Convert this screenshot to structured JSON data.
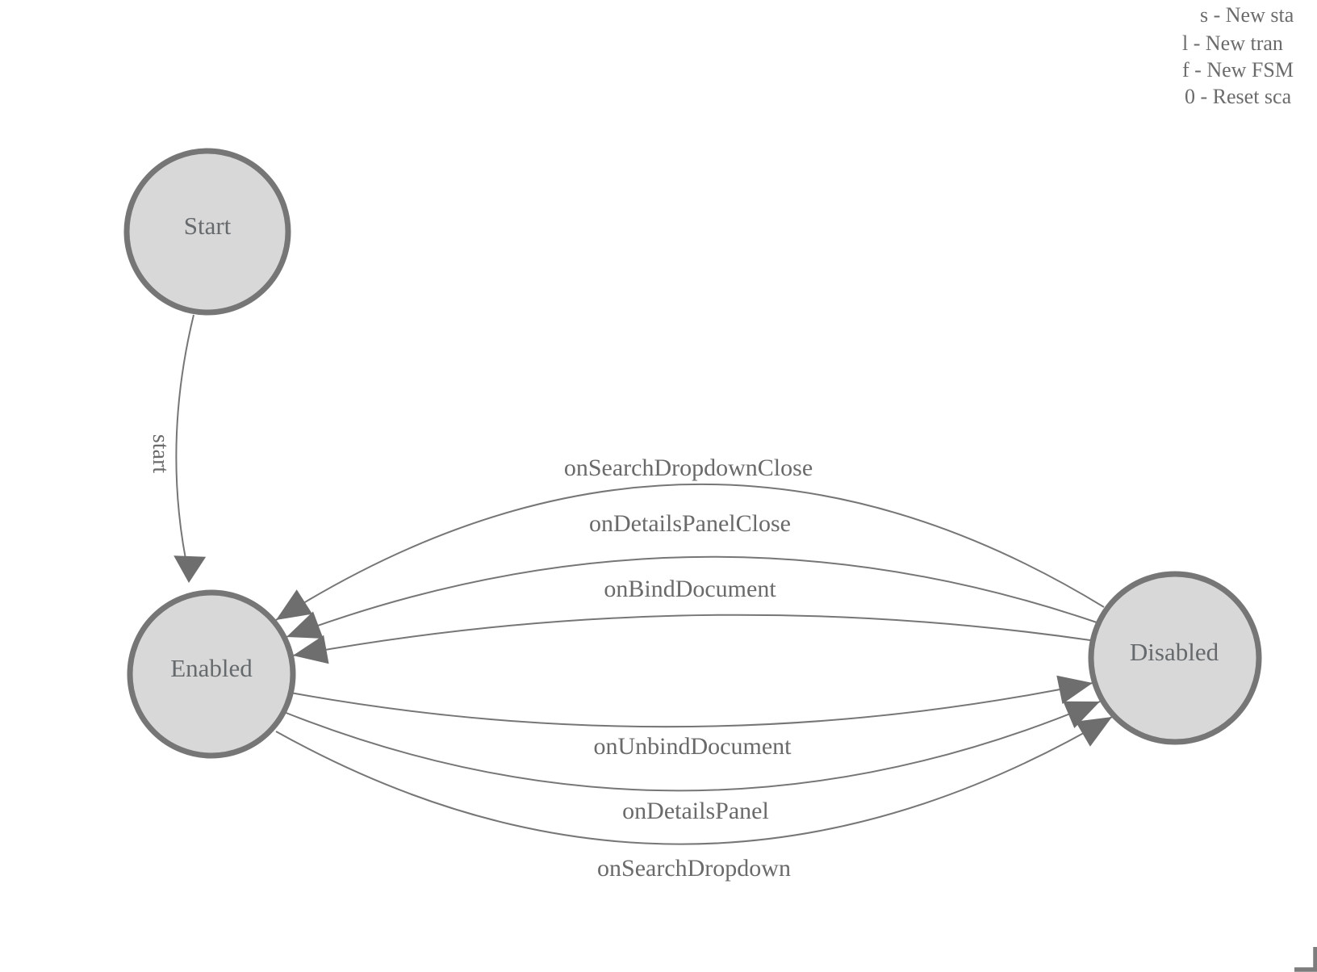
{
  "diagram_type": "finite-state-machine",
  "legend": {
    "items": [
      "s - New sta",
      "l - New tran",
      "f - New FSM",
      "0 - Reset sca"
    ]
  },
  "nodes": [
    {
      "label": "Start"
    },
    {
      "label": "Enabled"
    },
    {
      "label": "Disabled"
    }
  ],
  "edges": [
    {
      "label": "start",
      "from": "Start",
      "to": "Enabled"
    },
    {
      "label": "onSearchDropdownClose",
      "from": "Disabled",
      "to": "Enabled"
    },
    {
      "label": "onDetailsPanelClose",
      "from": "Disabled",
      "to": "Enabled"
    },
    {
      "label": "onBindDocument",
      "from": "Disabled",
      "to": "Enabled"
    },
    {
      "label": "onUnbindDocument",
      "from": "Enabled",
      "to": "Disabled"
    },
    {
      "label": "onDetailsPanel",
      "from": "Enabled",
      "to": "Disabled"
    },
    {
      "label": "onSearchDropdown",
      "from": "Enabled",
      "to": "Disabled"
    }
  ],
  "colors": {
    "background": "#ffffff",
    "node_fill": "#d8d8d8",
    "node_stroke": "#767676",
    "edge_stroke": "#767676",
    "arrow_fill": "#6e6e6e",
    "text": "#6a6a6a"
  }
}
